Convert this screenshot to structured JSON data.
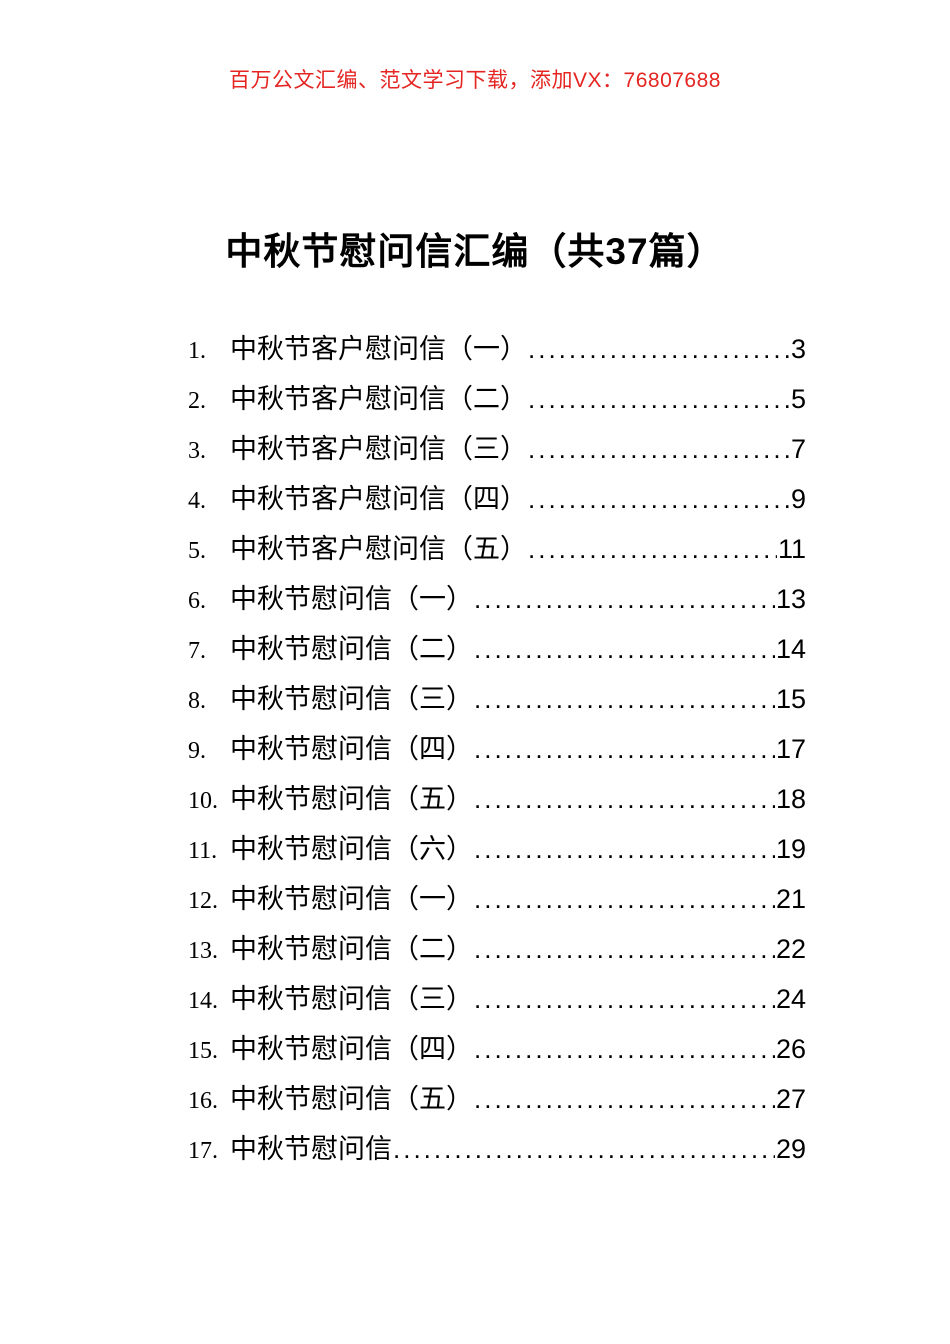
{
  "colors": {
    "promo_red": "#e42522",
    "text": "#000000",
    "page_bg": "#ffffff"
  },
  "header": {
    "promo_text": "百万公文汇编、范文学习下载，添加VX：76807688"
  },
  "title": {
    "text": "中秋节慰问信汇编（共37篇）"
  },
  "toc": {
    "entries": [
      {
        "num": "1.",
        "label": "中秋节客户慰问信（一）",
        "page": "3"
      },
      {
        "num": "2.",
        "label": "中秋节客户慰问信（二）",
        "page": "5"
      },
      {
        "num": "3.",
        "label": "中秋节客户慰问信（三）",
        "page": "7"
      },
      {
        "num": "4.",
        "label": "中秋节客户慰问信（四）",
        "page": "9"
      },
      {
        "num": "5.",
        "label": "中秋节客户慰问信（五）",
        "page": "11"
      },
      {
        "num": "6.",
        "label": "中秋节慰问信（一）",
        "page": "13"
      },
      {
        "num": "7.",
        "label": "中秋节慰问信（二）",
        "page": "14"
      },
      {
        "num": "8.",
        "label": "中秋节慰问信（三）",
        "page": "15"
      },
      {
        "num": "9.",
        "label": "中秋节慰问信（四）",
        "page": "17"
      },
      {
        "num": "10.",
        "label": "中秋节慰问信（五）",
        "page": "18"
      },
      {
        "num": "11.",
        "label": "中秋节慰问信（六）",
        "page": "19"
      },
      {
        "num": "12.",
        "label": "中秋节慰问信（一）",
        "page": "21"
      },
      {
        "num": "13.",
        "label": "中秋节慰问信（二）",
        "page": "22"
      },
      {
        "num": "14.",
        "label": "中秋节慰问信（三）",
        "page": "24"
      },
      {
        "num": "15.",
        "label": "中秋节慰问信（四）",
        "page": "26"
      },
      {
        "num": "16.",
        "label": "中秋节慰问信（五）",
        "page": "27"
      },
      {
        "num": "17.",
        "label": "中秋节慰问信",
        "page": "29"
      }
    ]
  }
}
